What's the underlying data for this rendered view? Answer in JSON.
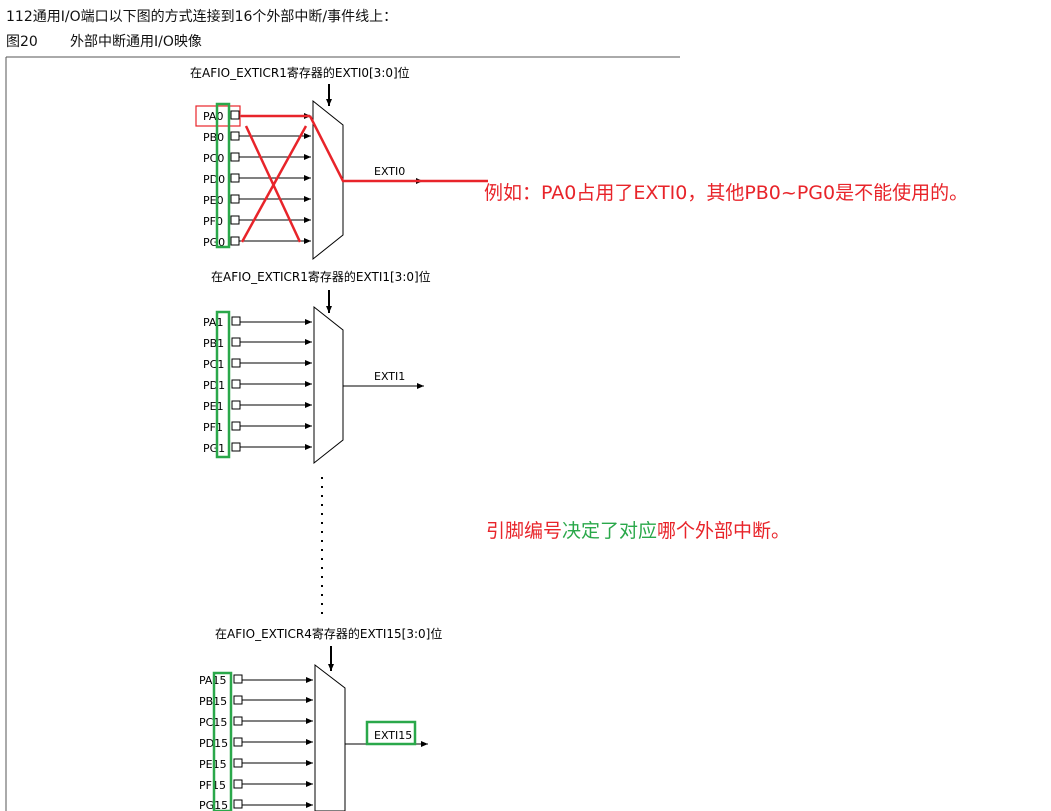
{
  "header": {
    "intro": "112通用I/O端口以下图的方式连接到16个外部中断/事件线上：",
    "figure_number": "图20",
    "figure_title": "外部中断通用I/O映像"
  },
  "mux_blocks": [
    {
      "register_label": "在AFIO_EXTICR1寄存器的EXTI0[3:0]位",
      "pins": [
        "PA0",
        "PB0",
        "PC0",
        "PD0",
        "PE0",
        "PF0",
        "PG0"
      ],
      "output": "EXTI0"
    },
    {
      "register_label": "在AFIO_EXTICR1寄存器的EXTI1[3:0]位",
      "pins": [
        "PA1",
        "PB1",
        "PC1",
        "PD1",
        "PE1",
        "PF1",
        "PG1"
      ],
      "output": "EXTI1"
    },
    {
      "register_label": "在AFIO_EXTICR4寄存器的EXTI15[3:0]位",
      "pins": [
        "PA15",
        "PB15",
        "PC15",
        "PD15",
        "PE15",
        "PF15",
        "PG15"
      ],
      "output": "EXTI15"
    }
  ],
  "annotations": {
    "example": "例如：PA0占用了EXTI0，其他PB0~PG0是不能使用的。",
    "rule_part1": "引脚编号",
    "rule_part2": "决定了对应",
    "rule_part3": "哪个外部中断。"
  },
  "colors": {
    "annotation_red": "#e8242a",
    "annotation_green": "#2aa84a",
    "highlight_box_green": "#2aa84a",
    "highlight_box_red": "#e8242a"
  }
}
